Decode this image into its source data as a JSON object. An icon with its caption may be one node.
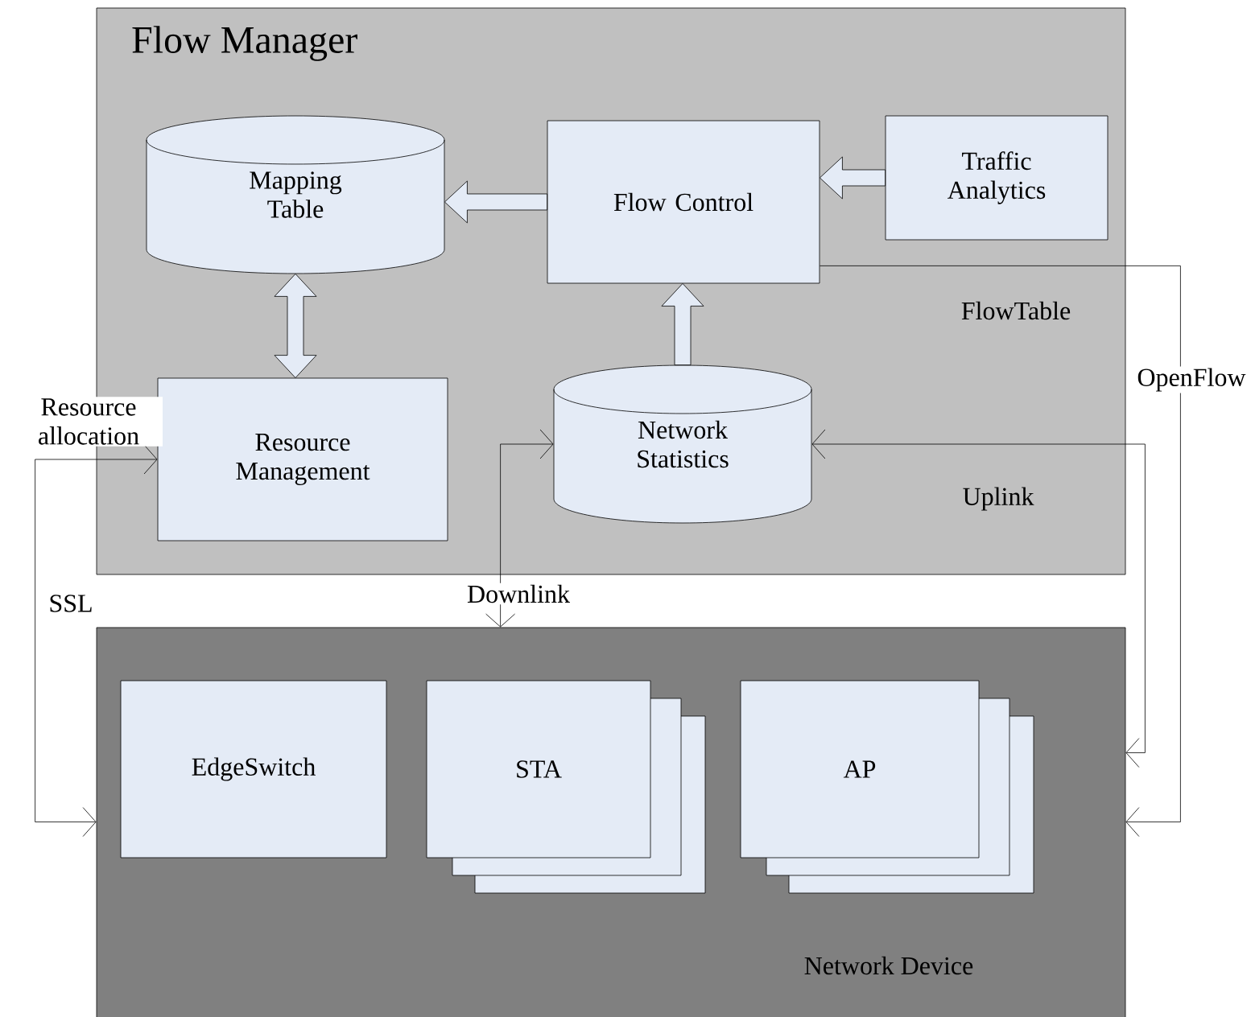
{
  "diagram": {
    "nodes": [
      {
        "text": [
          "Flow Manager"
        ]
      },
      {
        "text": [
          "Mapping Table"
        ],
        "in": 0
      },
      {
        "text": [
          "Flow Control"
        ],
        "in": 0
      },
      {
        "text": [
          "Traffic Analytics"
        ],
        "in": 0
      },
      {
        "text": [
          "Resource Management"
        ],
        "in": 0
      },
      {
        "text": [
          "Network Statistics"
        ],
        "in": 0
      },
      {
        "text": [
          "Network Device"
        ]
      },
      {
        "text": [
          "EdgeSwitch"
        ],
        "in": 6
      },
      {
        "text": [
          "STA"
        ],
        "in": 6
      },
      {
        "text": [
          "AP"
        ],
        "in": 6
      }
    ],
    "edges": [
      {
        "from": 3,
        "to": 2,
        "arrow": "to",
        "style": "thick"
      },
      {
        "from": 2,
        "to": 1,
        "arrow": "to",
        "style": "thick"
      },
      {
        "from": 1,
        "to": 4,
        "arrow": "both",
        "style": "thick"
      },
      {
        "from": 5,
        "to": 2,
        "arrow": "to",
        "style": "thick"
      },
      {
        "from": 4,
        "to": 6,
        "arrow": "both",
        "label": "SSL"
      },
      {
        "from": 5,
        "to": 6,
        "arrow": "both",
        "label": "Downlink"
      },
      {
        "from": 5,
        "to": 6,
        "arrow": "both",
        "label": "Uplink"
      },
      {
        "from": 2,
        "to": 6,
        "arrow": "to",
        "label": "OpenFlow"
      }
    ],
    "labels": [
      "Resource allocation",
      "FlowTable"
    ]
  }
}
